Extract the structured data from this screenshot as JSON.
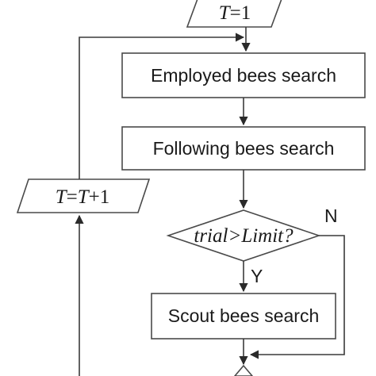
{
  "start": {
    "lhs": "T",
    "eq": "=1"
  },
  "increment": {
    "lhs": "T",
    "eq": "=",
    "rhs": "T",
    "plus": "+1"
  },
  "steps": {
    "employed": "Employed bees search",
    "following": "Following bees search",
    "scout": "Scout bees search"
  },
  "decision": {
    "left": "trial",
    "op": ">",
    "right": "Limit",
    "q": "?"
  },
  "branches": {
    "yes": "Y",
    "no": "N"
  }
}
